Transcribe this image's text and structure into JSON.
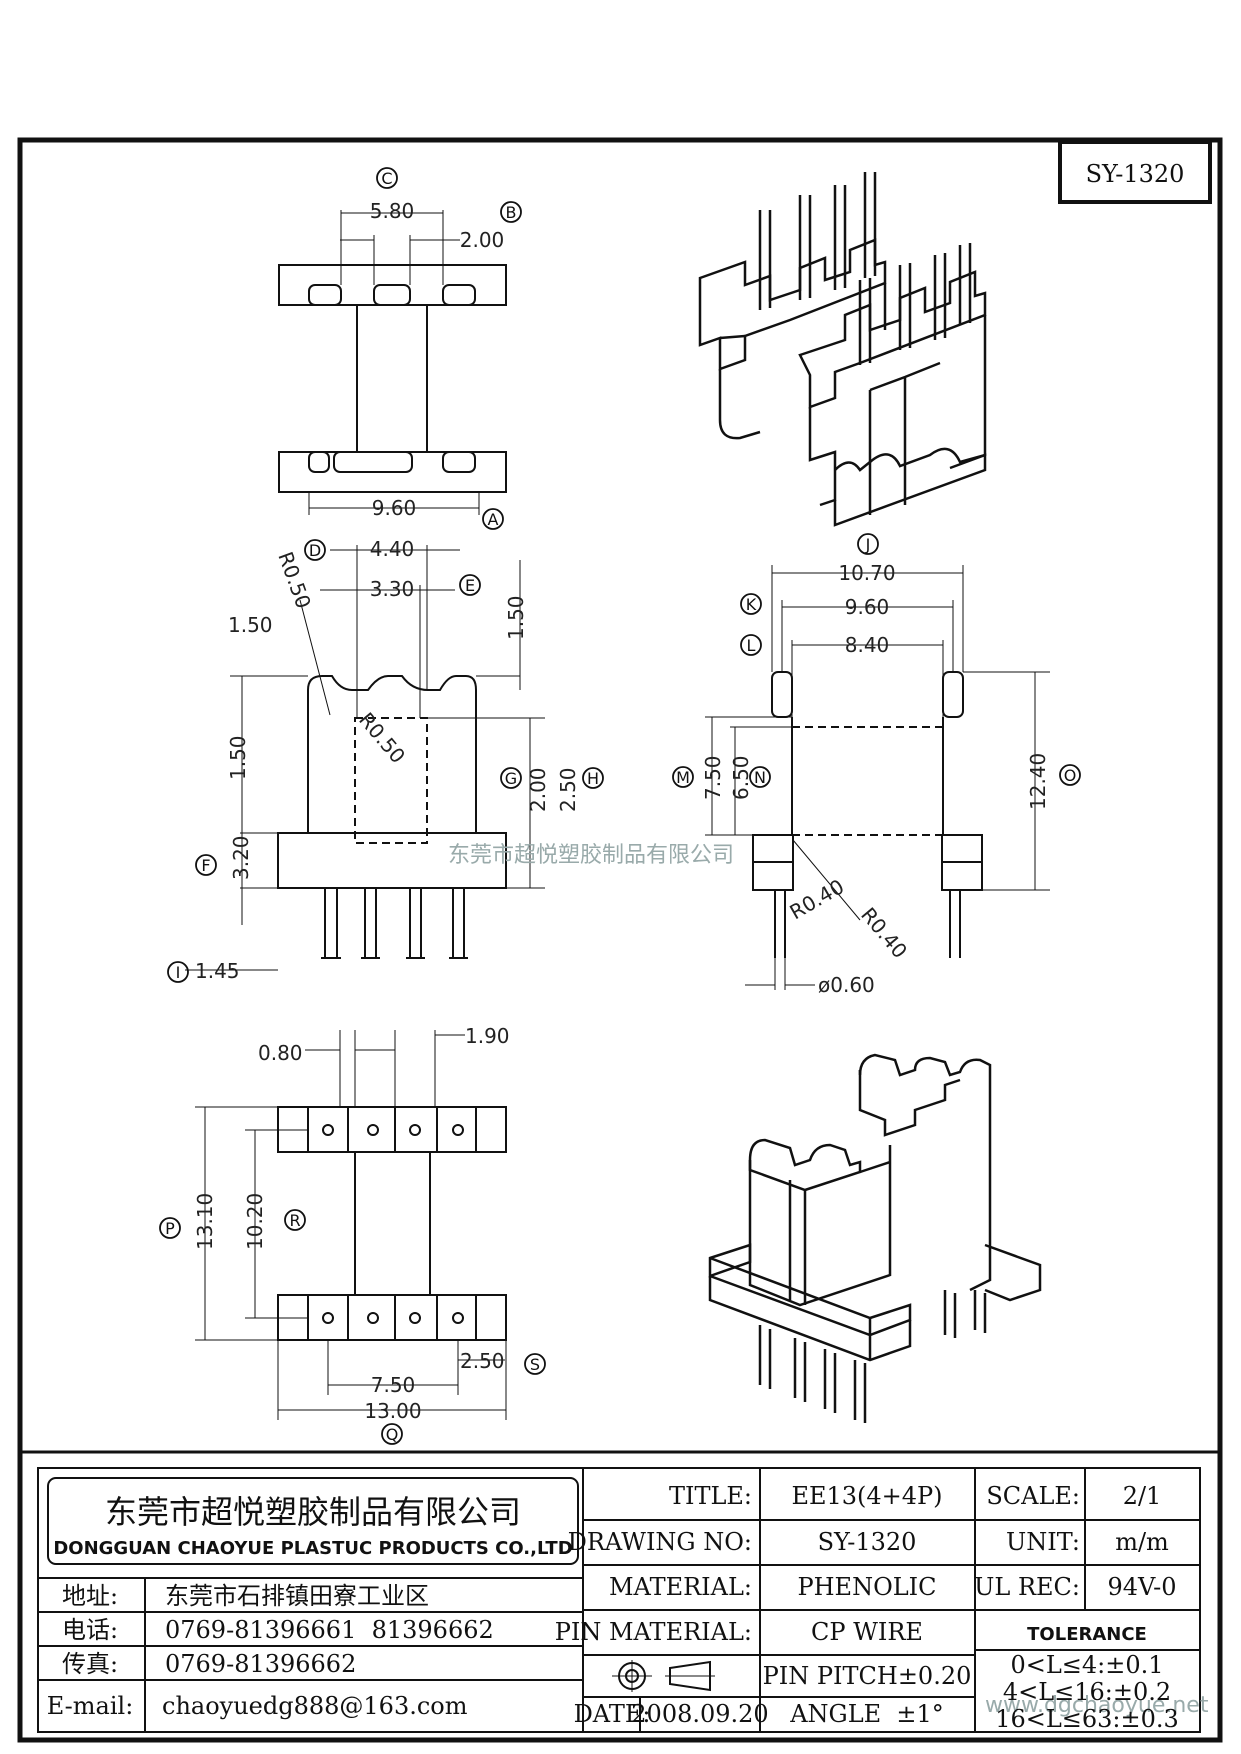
{
  "drawing_id": "SY-1320",
  "watermark": "东莞市超悦塑胶制品有限公司",
  "watermark_url": "www.dgchaoyue.net",
  "dims_top": {
    "c": "5.80",
    "b": "2.00",
    "a": "9.60"
  },
  "dims_side": {
    "d": "4.40",
    "e": "3.30",
    "r1": "R0.50",
    "r2": "R0.50",
    "d150a": "1.50",
    "d150b": "1.50",
    "d150c": "1.50",
    "g": "2.00",
    "h": "2.50",
    "f": "3.20",
    "i": "1.45"
  },
  "dims_front": {
    "k": "10.70",
    "l1": "9.60",
    "l2": "8.40",
    "m": "7.50",
    "n": "6.50",
    "o": "12.40",
    "r3": "R0.40",
    "r4": "R0.40",
    "pin": "ø0.60"
  },
  "dims_bottom": {
    "d080": "0.80",
    "d190": "1.90",
    "p": "13.10",
    "r": "10.20",
    "d750": "7.50",
    "s": "2.50",
    "q": "13.00"
  },
  "callouts": [
    "A",
    "B",
    "C",
    "D",
    "E",
    "F",
    "G",
    "H",
    "I",
    "J",
    "K",
    "L",
    "M",
    "N",
    "O",
    "P",
    "Q",
    "R",
    "S"
  ],
  "title_block": {
    "company_cn": "东莞市超悦塑胶制品有限公司",
    "company_en": "DONGGUAN CHAOYUE PLASTUC PRODUCTS CO.,LTD",
    "addr_label": "地址:",
    "addr_value": "东莞市石排镇田寮工业区",
    "tel_label": "电话:",
    "tel_value": "0769-81396661  81396662",
    "fax_label": "传真:",
    "fax_value": "0769-81396662",
    "email_label": "E-mail:",
    "email_value": "chaoyuedg888@163.com",
    "title_label": "TITLE:",
    "title_value": "EE13(4+4P)",
    "drawing_no_label": "DRAWING NO:",
    "drawing_no_value": "SY-1320",
    "material_label": "MATERIAL:",
    "material_value": "PHENOLIC",
    "pin_material_label": "PIN MATERIAL:",
    "pin_material_value": "CP WIRE",
    "pin_pitch": "PIN PITCH±0.20",
    "date_label": "DATE:",
    "date_value": "2008.09.20",
    "angle": "ANGLE  ±1°",
    "scale_label": "SCALE:",
    "scale_value": "2/1",
    "unit_label": "UNIT:",
    "unit_value": "m/m",
    "ul_label": "UL REC:",
    "ul_value": "94V-0",
    "tolerance_label": "TOLERANCE",
    "tol_1": "0<L≤4:±0.1",
    "tol_2": "4<L≤16:±0.2",
    "tol_3": "16<L≤63:±0.3"
  }
}
